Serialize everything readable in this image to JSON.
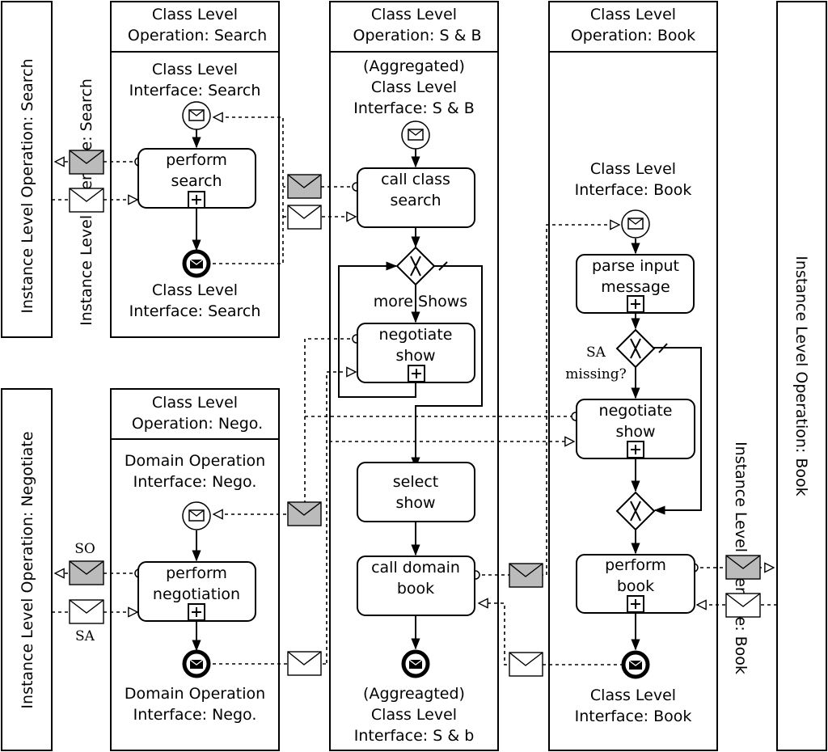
{
  "pools": {
    "instance_search": "Instance Level Operation: Search",
    "instance_search_interface": "Instance Level Interface: Search",
    "class_search": [
      "Class Level",
      "Operation: Search"
    ],
    "class_sb": [
      "Class Level",
      "Operation: S & B"
    ],
    "class_book": [
      "Class Level",
      "Operation: Book"
    ],
    "instance_book": "Instance Level Operation: Book",
    "instance_book_interface": "Instance Level Interface: Book",
    "instance_negotiate": "Instance Level Operation: Negotiate",
    "class_nego": [
      "Class Level",
      "Operation: Nego."
    ]
  },
  "labels": {
    "search_start": [
      "Class Level",
      "Interface: Search"
    ],
    "search_end": [
      "Class Level",
      "Interface: Search"
    ],
    "sb_start": [
      "(Aggregated)",
      "Class Level",
      "Interface: S & B"
    ],
    "sb_end": [
      "(Aggreagted)",
      "Class Level",
      "Interface: S & b"
    ],
    "book_start": [
      "Class Level",
      "Interface: Book"
    ],
    "book_end": [
      "Class Level",
      "Interface: Book"
    ],
    "nego_start": [
      "Domain Operation",
      "Interface: Nego."
    ],
    "nego_end": [
      "Domain Operation",
      "Interface: Nego."
    ],
    "more_shows": "more Shows",
    "sa_missing": [
      "SA",
      "missing?"
    ],
    "so": "SO",
    "sa": "SA"
  },
  "tasks": {
    "perform_search": [
      "perform",
      "search"
    ],
    "call_class_search": [
      "call class",
      "search"
    ],
    "negotiate_show_sb": [
      "negotiate",
      "show"
    ],
    "select_show": [
      "select",
      "show"
    ],
    "call_domain_book": [
      "call domain",
      "book"
    ],
    "parse_input": [
      "parse input",
      "message"
    ],
    "negotiate_show_book": [
      "negotiate",
      "show"
    ],
    "perform_book": [
      "perform",
      "book"
    ],
    "perform_negotiation": [
      "perform",
      "negotiation"
    ]
  },
  "colors": {
    "line": "#000000",
    "shaded_message": "#bbbbbb",
    "background": "#ffffff"
  }
}
